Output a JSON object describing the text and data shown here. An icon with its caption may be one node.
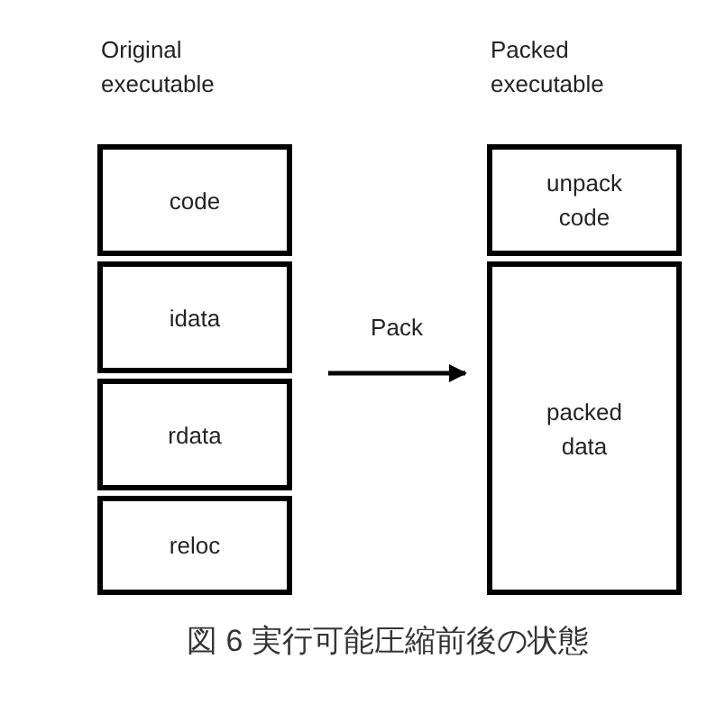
{
  "diagram": {
    "caption": "図 6 実行可能圧縮前後の状態",
    "nodes": [
      {
        "text": [
          "Original executable"
        ]
      },
      {
        "text": [
          "code"
        ],
        "in": 0
      },
      {
        "text": [
          "idata"
        ],
        "in": 0
      },
      {
        "text": [
          "rdata"
        ],
        "in": 0
      },
      {
        "text": [
          "reloc"
        ],
        "in": 0
      },
      {
        "text": [
          "Packed executable"
        ]
      },
      {
        "text": [
          "unpack code"
        ],
        "in": 5
      },
      {
        "text": [
          "packed data"
        ],
        "in": 5
      }
    ],
    "edges": [
      {
        "from": 0,
        "to": 5,
        "arrow": "to",
        "label": "Pack"
      }
    ]
  }
}
